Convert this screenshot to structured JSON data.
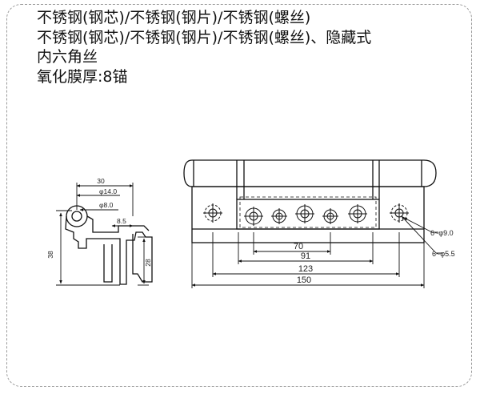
{
  "specs": [
    "不锈钢(钢芯)/不锈钢(钢片)/不锈钢(螺丝)",
    "不锈钢(钢芯)/不锈钢(钢片)/不锈钢(螺丝)、隐藏式",
    "内六角丝",
    "氧化膜厚:8锚"
  ],
  "profile_dims": {
    "width": "30",
    "pin_dia": "φ14.0",
    "hole_dia": "φ8.0",
    "gap": "8.5",
    "height": "38",
    "leaf_height": "28"
  },
  "leaf_dims": {
    "holes_large": "6~φ9.0",
    "holes_small": "6~φ5.5",
    "span_70": "70",
    "span_91": "91",
    "span_123": "123",
    "length_150": "150"
  }
}
